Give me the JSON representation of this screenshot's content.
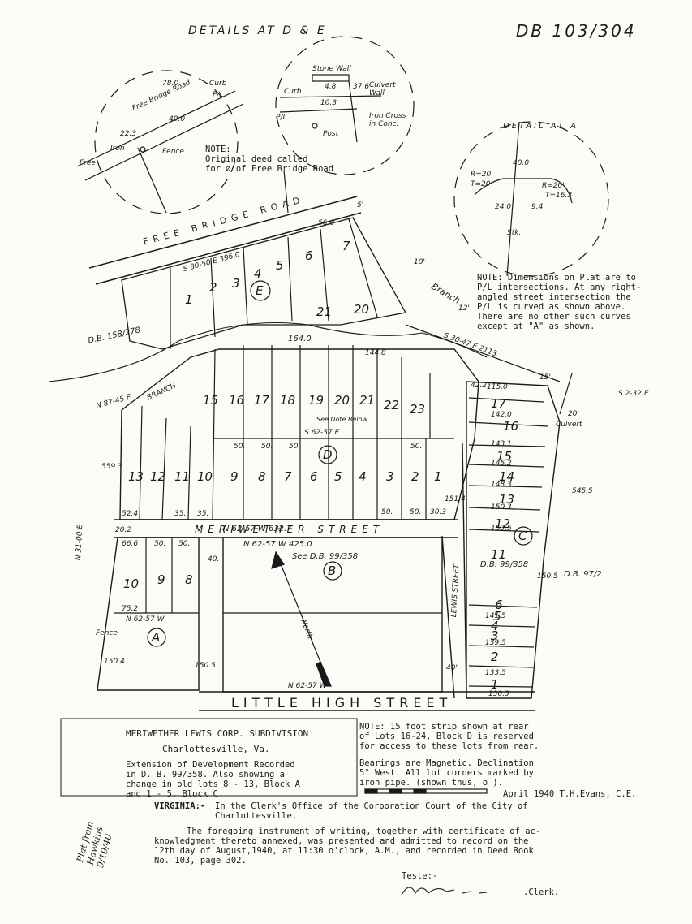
{
  "header": {
    "details_title": "DETAILS AT D & E",
    "deed_ref": "DB 103/304",
    "detail_a_title": "DETAIL AT A"
  },
  "detail_d": {
    "labels": [
      "Free Bridge Road",
      "Free",
      "Fence",
      "Iron",
      "P/L",
      "Curb",
      "78.0",
      "49.0",
      "22.3"
    ]
  },
  "detail_e": {
    "labels": [
      "Stone Wall",
      "Culvert Wall",
      "Curb",
      "P/L",
      "Post",
      "Iron Cross in Conc.",
      "4.8",
      "10.3",
      "37.6"
    ]
  },
  "detail_a": {
    "labels": [
      "R=20",
      "T=20",
      "R=20'",
      "T=16.3",
      "40.0",
      "24.0",
      "9.4",
      "Stk."
    ]
  },
  "notes": {
    "free_bridge": "NOTE:\nOriginal deed called\nfor ∅ of Free Bridge Road",
    "dimensions": "NOTE: Dimensions on Plat are to\nP/L intersections. At any right-\nangled street intersection the\nP/L is curved as shown above.\nThere are no other such curves\nexcept at \"A\" as shown.",
    "strip": "NOTE: 15 foot strip shown at rear\nof Lots 16-24, Block D is reserved\nfor access to these lots from rear.",
    "bearings": "Bearings are Magnetic. Declination\n5° West. All lot corners marked by\niron pipe. (shown thus, o )."
  },
  "streets": {
    "free_bridge": "FREE BRIDGE ROAD",
    "meriwether": "MERIWETHER  STREET",
    "little_high": "LITTLE  HIGH  STREET",
    "lewis": "LEWIS STREET",
    "branch": "Branch",
    "branch2": "BRANCH"
  },
  "blocks": [
    "A",
    "B",
    "C",
    "D",
    "E"
  ],
  "lots": {
    "block_d_top": [
      "15",
      "16",
      "17",
      "18",
      "19",
      "20",
      "21",
      "22",
      "23"
    ],
    "block_d_bottom": [
      "10",
      "11",
      "12",
      "13",
      "9",
      "8",
      "7",
      "6",
      "5",
      "4",
      "3",
      "2",
      "1"
    ],
    "block_e": [
      "1",
      "2",
      "3",
      "4",
      "5",
      "6",
      "7",
      "20",
      "21"
    ],
    "block_a": [
      "8",
      "9",
      "10"
    ],
    "block_c": [
      "17",
      "16",
      "15",
      "14",
      "13",
      "12",
      "11",
      "6",
      "5",
      "4",
      "3",
      "2",
      "1"
    ]
  },
  "dimensions": {
    "meriwether": "N 62-57 W   632.7",
    "block_b_top": "N 62-57 W   425.0",
    "block_b_bottom": "N 62-57 W",
    "block_a_bottom": "N 62-57 W",
    "block_d_mid": "S 62-57 E",
    "fbr_top": "S 80-50 E   396.0",
    "fbr_inner": "164.0",
    "fbr_inner2": "144.8",
    "east_line": "S 30-47 E   2113",
    "east_bearing": "S 2-32 E",
    "west_line": "N 31-00 E",
    "fence_line": "N 87-45 E",
    "side_dims": [
      "559.3",
      "150.4",
      "150.5",
      "545.5",
      "151.4",
      "150.5",
      "115.0",
      "142.0",
      "143.1",
      "145.2",
      "148.3",
      "150.3",
      "153.5",
      "141.5",
      "139.5",
      "133.5",
      "130.3",
      "56.0",
      "42.2",
      "20.2",
      "20'",
      "40'",
      "40.",
      "15'",
      "10'",
      "12'",
      "5'"
    ],
    "lot_widths": [
      "50.",
      "50.",
      "50.",
      "50.",
      "50.",
      "50.",
      "50.",
      "50.",
      "35.",
      "35.",
      "52.4",
      "66.6",
      "75.2",
      "30.3"
    ],
    "db_refs": [
      "D.B. 158/278",
      "See D.B. 99/358",
      "D.B. 99/358",
      "D.B. 97/2"
    ],
    "culvert": "Culvert",
    "fence": "Fence",
    "see_note": "See Note Below",
    "north": "North"
  },
  "title_block": {
    "name": "MERIWETHER LEWIS CORP. SUBDIVISION",
    "city": "Charlottesville, Va.",
    "extension": "Extension of Development Recorded\nin D. B. 99/358. Also showing a\nchange in old lots 8 - 13, Block A\nand 1 - 5, Block C",
    "date_sig": "April 1940 T.H.Evans, C.E."
  },
  "certificate": {
    "virginia": "VIRGINIA:-",
    "clerk_office": "In the Clerk's Office of the Corporation Court of the City of\nCharlottesville.",
    "body": "The foregoing instrument of writing, together with certificate of ac-\nknowledgment thereto annexed, was presented and admitted to record on the\n12th day of August,1940, at 11:30 o'clock, A.M., and recorded in Deed Book\nNo. 103, page 302.",
    "teste": "Teste:-",
    "clerk": ".Clerk."
  },
  "margin_note": "Plat from\nHawkins\n9/19/40"
}
